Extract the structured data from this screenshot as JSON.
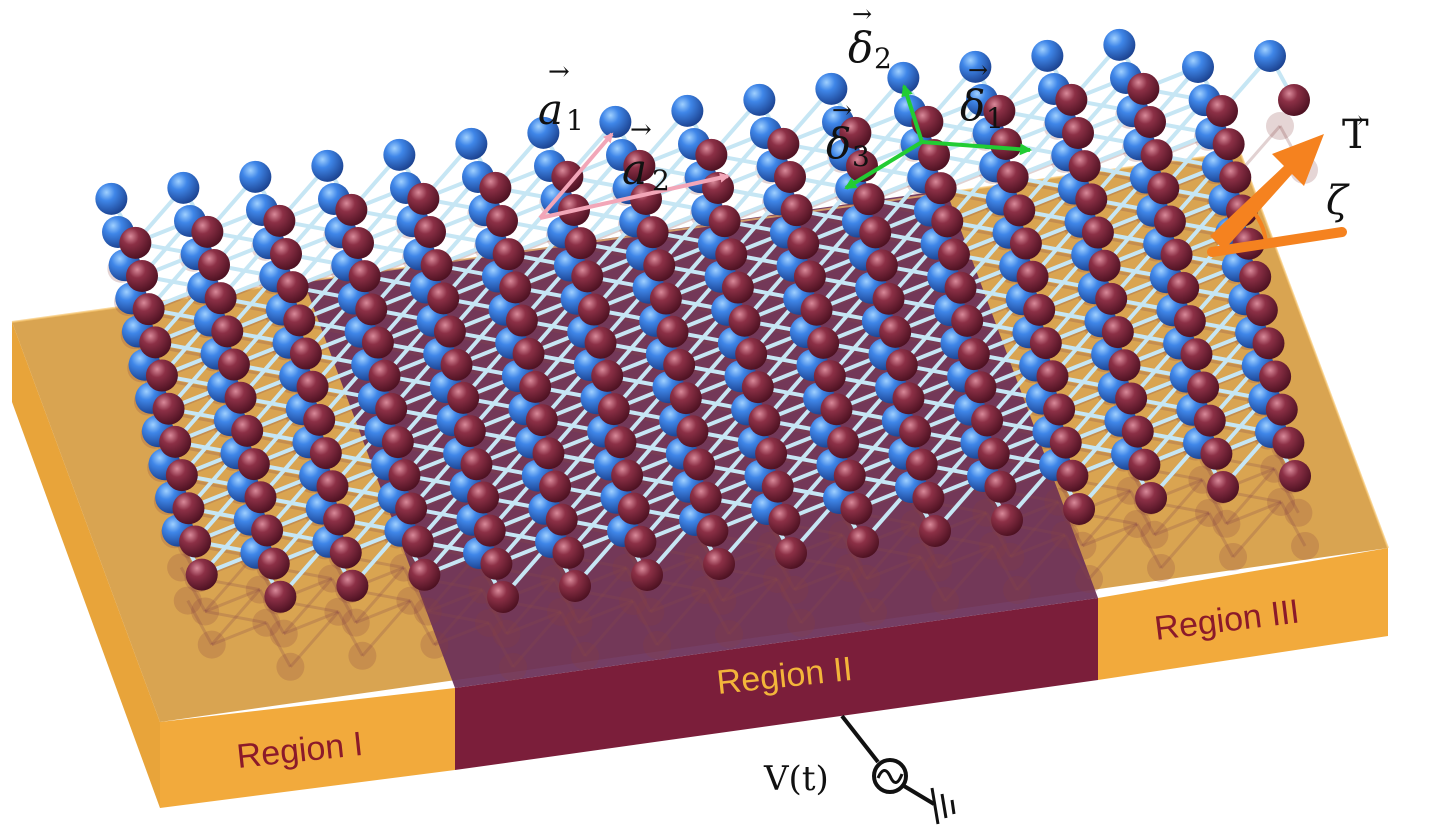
{
  "regions": {
    "region_1": "Region I",
    "region_2": "Region II",
    "region_3": "Region III"
  },
  "vectors": {
    "a": "a",
    "a1_sub": "1",
    "a2_sub": "2",
    "delta": "δ",
    "delta1_sub": "1",
    "delta2_sub": "2",
    "delta3_sub": "3",
    "arrow": "→"
  },
  "strain": {
    "label": "T",
    "angle_label": "ζ"
  },
  "source": {
    "label": "V(t)"
  },
  "colors": {
    "substrate_top": "#d6a24a",
    "substrate_front": "#f0ae40",
    "region2_top": "#6a2e56",
    "region2_front": "#7a1f38",
    "atom_a": "#2f6fd6",
    "atom_b": "#7a2336",
    "bond": "#bfe3f2",
    "region_text_outer": "#8b1a2a",
    "region_text_middle": "#f3b53a",
    "a_vectors": "#f2a6b8",
    "delta_vectors": "#22cc33",
    "strain_arrow": "#f5821f"
  }
}
